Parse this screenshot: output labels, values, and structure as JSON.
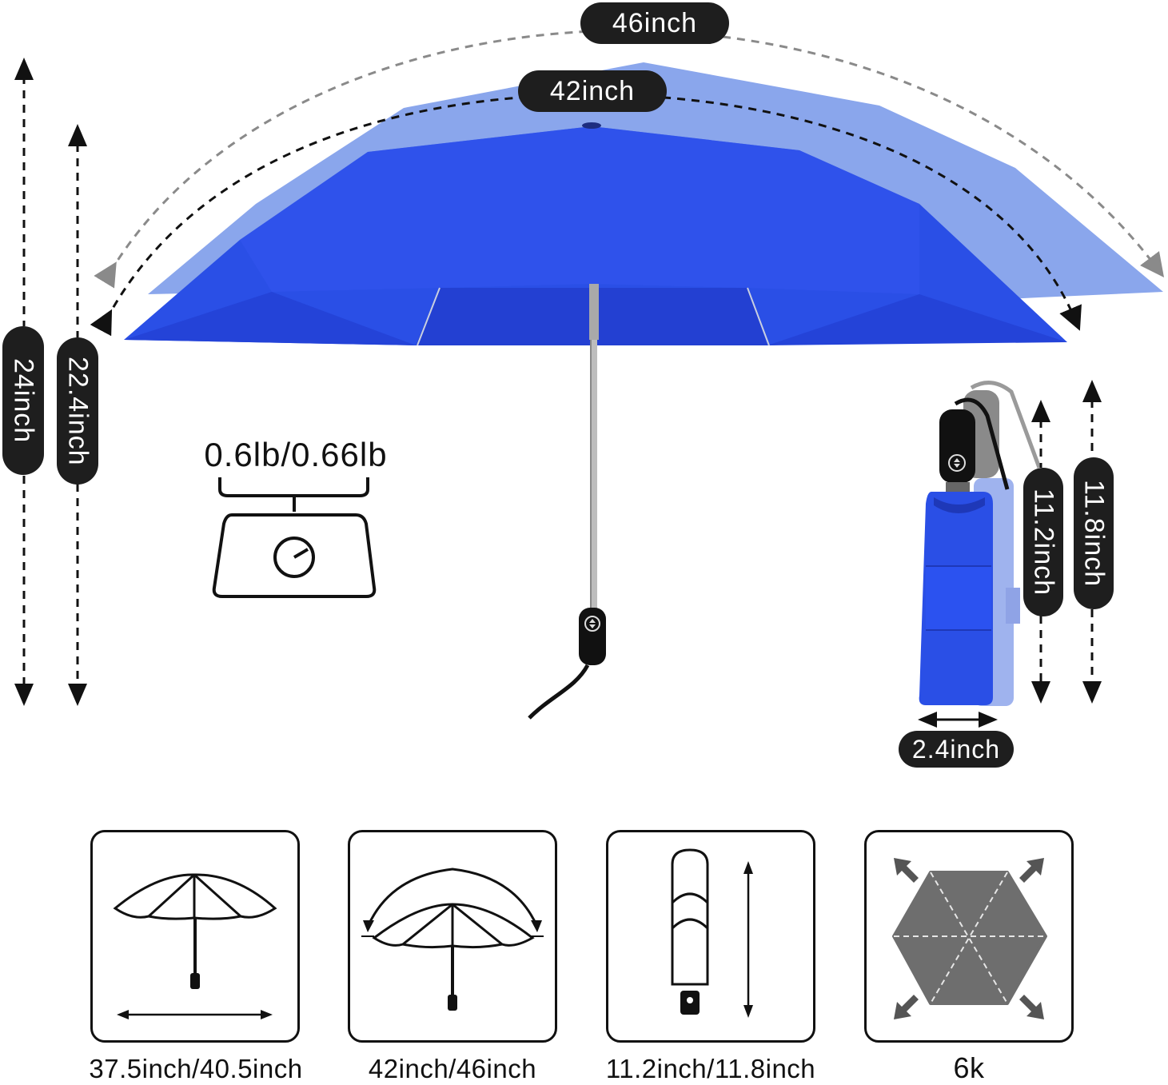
{
  "dimensions": {
    "open_width_large": "46inch",
    "open_width_small": "42inch",
    "height_large": "24inch",
    "height_small": "22.4inch",
    "weight": "0.6lb/0.66lb",
    "folded_length_small": "11.2inch",
    "folded_length_large": "11.8inch",
    "folded_width": "2.4inch"
  },
  "features": [
    {
      "caption": "37.5inch/40.5inch",
      "icon": "umbrella-span-icon"
    },
    {
      "caption": "42inch/46inch",
      "icon": "umbrella-arc-icon"
    },
    {
      "caption": "11.2inch/11.8inch",
      "icon": "folded-umbrella-icon"
    },
    {
      "caption": "6k",
      "icon": "hexagon-canopy-icon"
    }
  ],
  "colors": {
    "canopy": "#2a4fe6",
    "canopy_ghost": "#8aa6ec",
    "label_bg": "#1e1e1e"
  }
}
